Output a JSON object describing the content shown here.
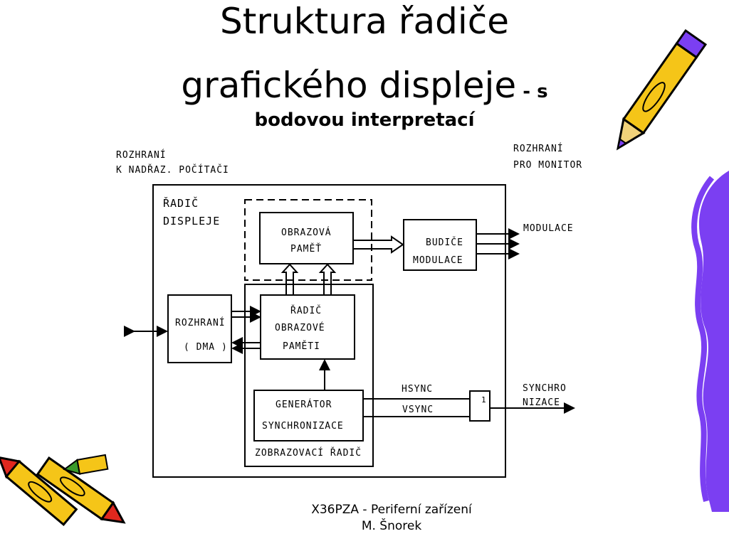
{
  "slide": {
    "title_line1": "Struktura řadiče",
    "title_line2_main": "grafického displeje",
    "title_line2_suffix": " - s",
    "title_line3": "bodovou interpretací"
  },
  "diagram": {
    "label_computer_interface_1": "ROZHRANÍ",
    "label_computer_interface_2": "K NADŘAZ. POČÍTAČI",
    "label_monitor_interface_1": "ROZHRANÍ",
    "label_monitor_interface_2": "PRO MONITOR",
    "label_controller_1": "ŘADIČ",
    "label_controller_2": "DISPLEJE",
    "label_video_memory_1": "OBRAZOVÁ",
    "label_video_memory_2": "PAMĚŤ",
    "label_modulation_drivers_1": "BUDIČE",
    "label_modulation_drivers_2": "MODULACE",
    "label_modulation": "MODULACE",
    "label_memory_controller_1": "ŘADIČ",
    "label_memory_controller_2": "OBRAZOVÉ",
    "label_memory_controller_3": "PAMĚTI",
    "label_dma_1": "ROZHRANÍ",
    "label_dma_2": "( DMA )",
    "label_sync_generator_1": "GENERÁTOR",
    "label_sync_generator_2": "SYNCHRONIZACE",
    "label_display_controller": "ZOBRAZOVACÍ ŘADIČ",
    "label_hsync": "HSYNC",
    "label_vsync": "VSYNC",
    "label_or_gate": "1",
    "label_sync_out_1": "SYNCHRO",
    "label_sync_out_2": "NIZACE"
  },
  "footer": {
    "line1": "X36PZA - Periferní zařízení",
    "line2": "M. Šnorek"
  },
  "icons": [
    "pencil-icon",
    "crayon-icon",
    "wavy-border"
  ],
  "colors": {
    "pencil_yellow": "#f5c518",
    "crayon_purple": "#7b3ff2",
    "crayon_red": "#e0281e",
    "crayon_green": "#3a9a2a"
  }
}
